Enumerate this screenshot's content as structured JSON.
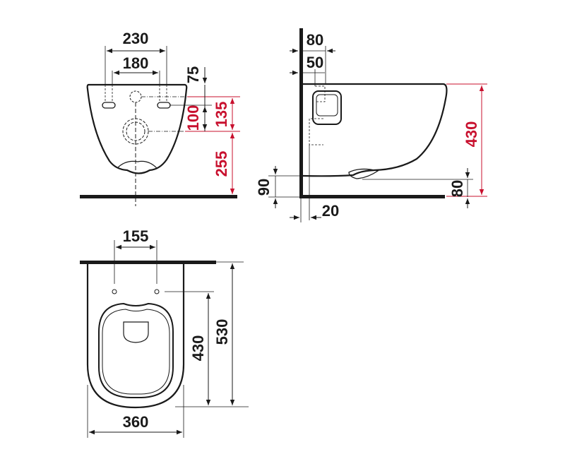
{
  "diagram": {
    "subject": "Wall-hung toilet technical drawing",
    "colors": {
      "line": "#1a1a1a",
      "accent": "#c8102e",
      "background": "#ffffff"
    },
    "views": {
      "rear": {
        "label_230": "230",
        "label_180": "180",
        "label_75": "75",
        "label_100": "100",
        "label_135": "135",
        "label_255": "255"
      },
      "side": {
        "label_80_top": "80",
        "label_50": "50",
        "label_430": "430",
        "label_90": "90",
        "label_80_bottom": "80",
        "label_20": "20"
      },
      "top": {
        "label_155": "155",
        "label_430": "430",
        "label_530": "530",
        "label_360": "360"
      }
    }
  }
}
